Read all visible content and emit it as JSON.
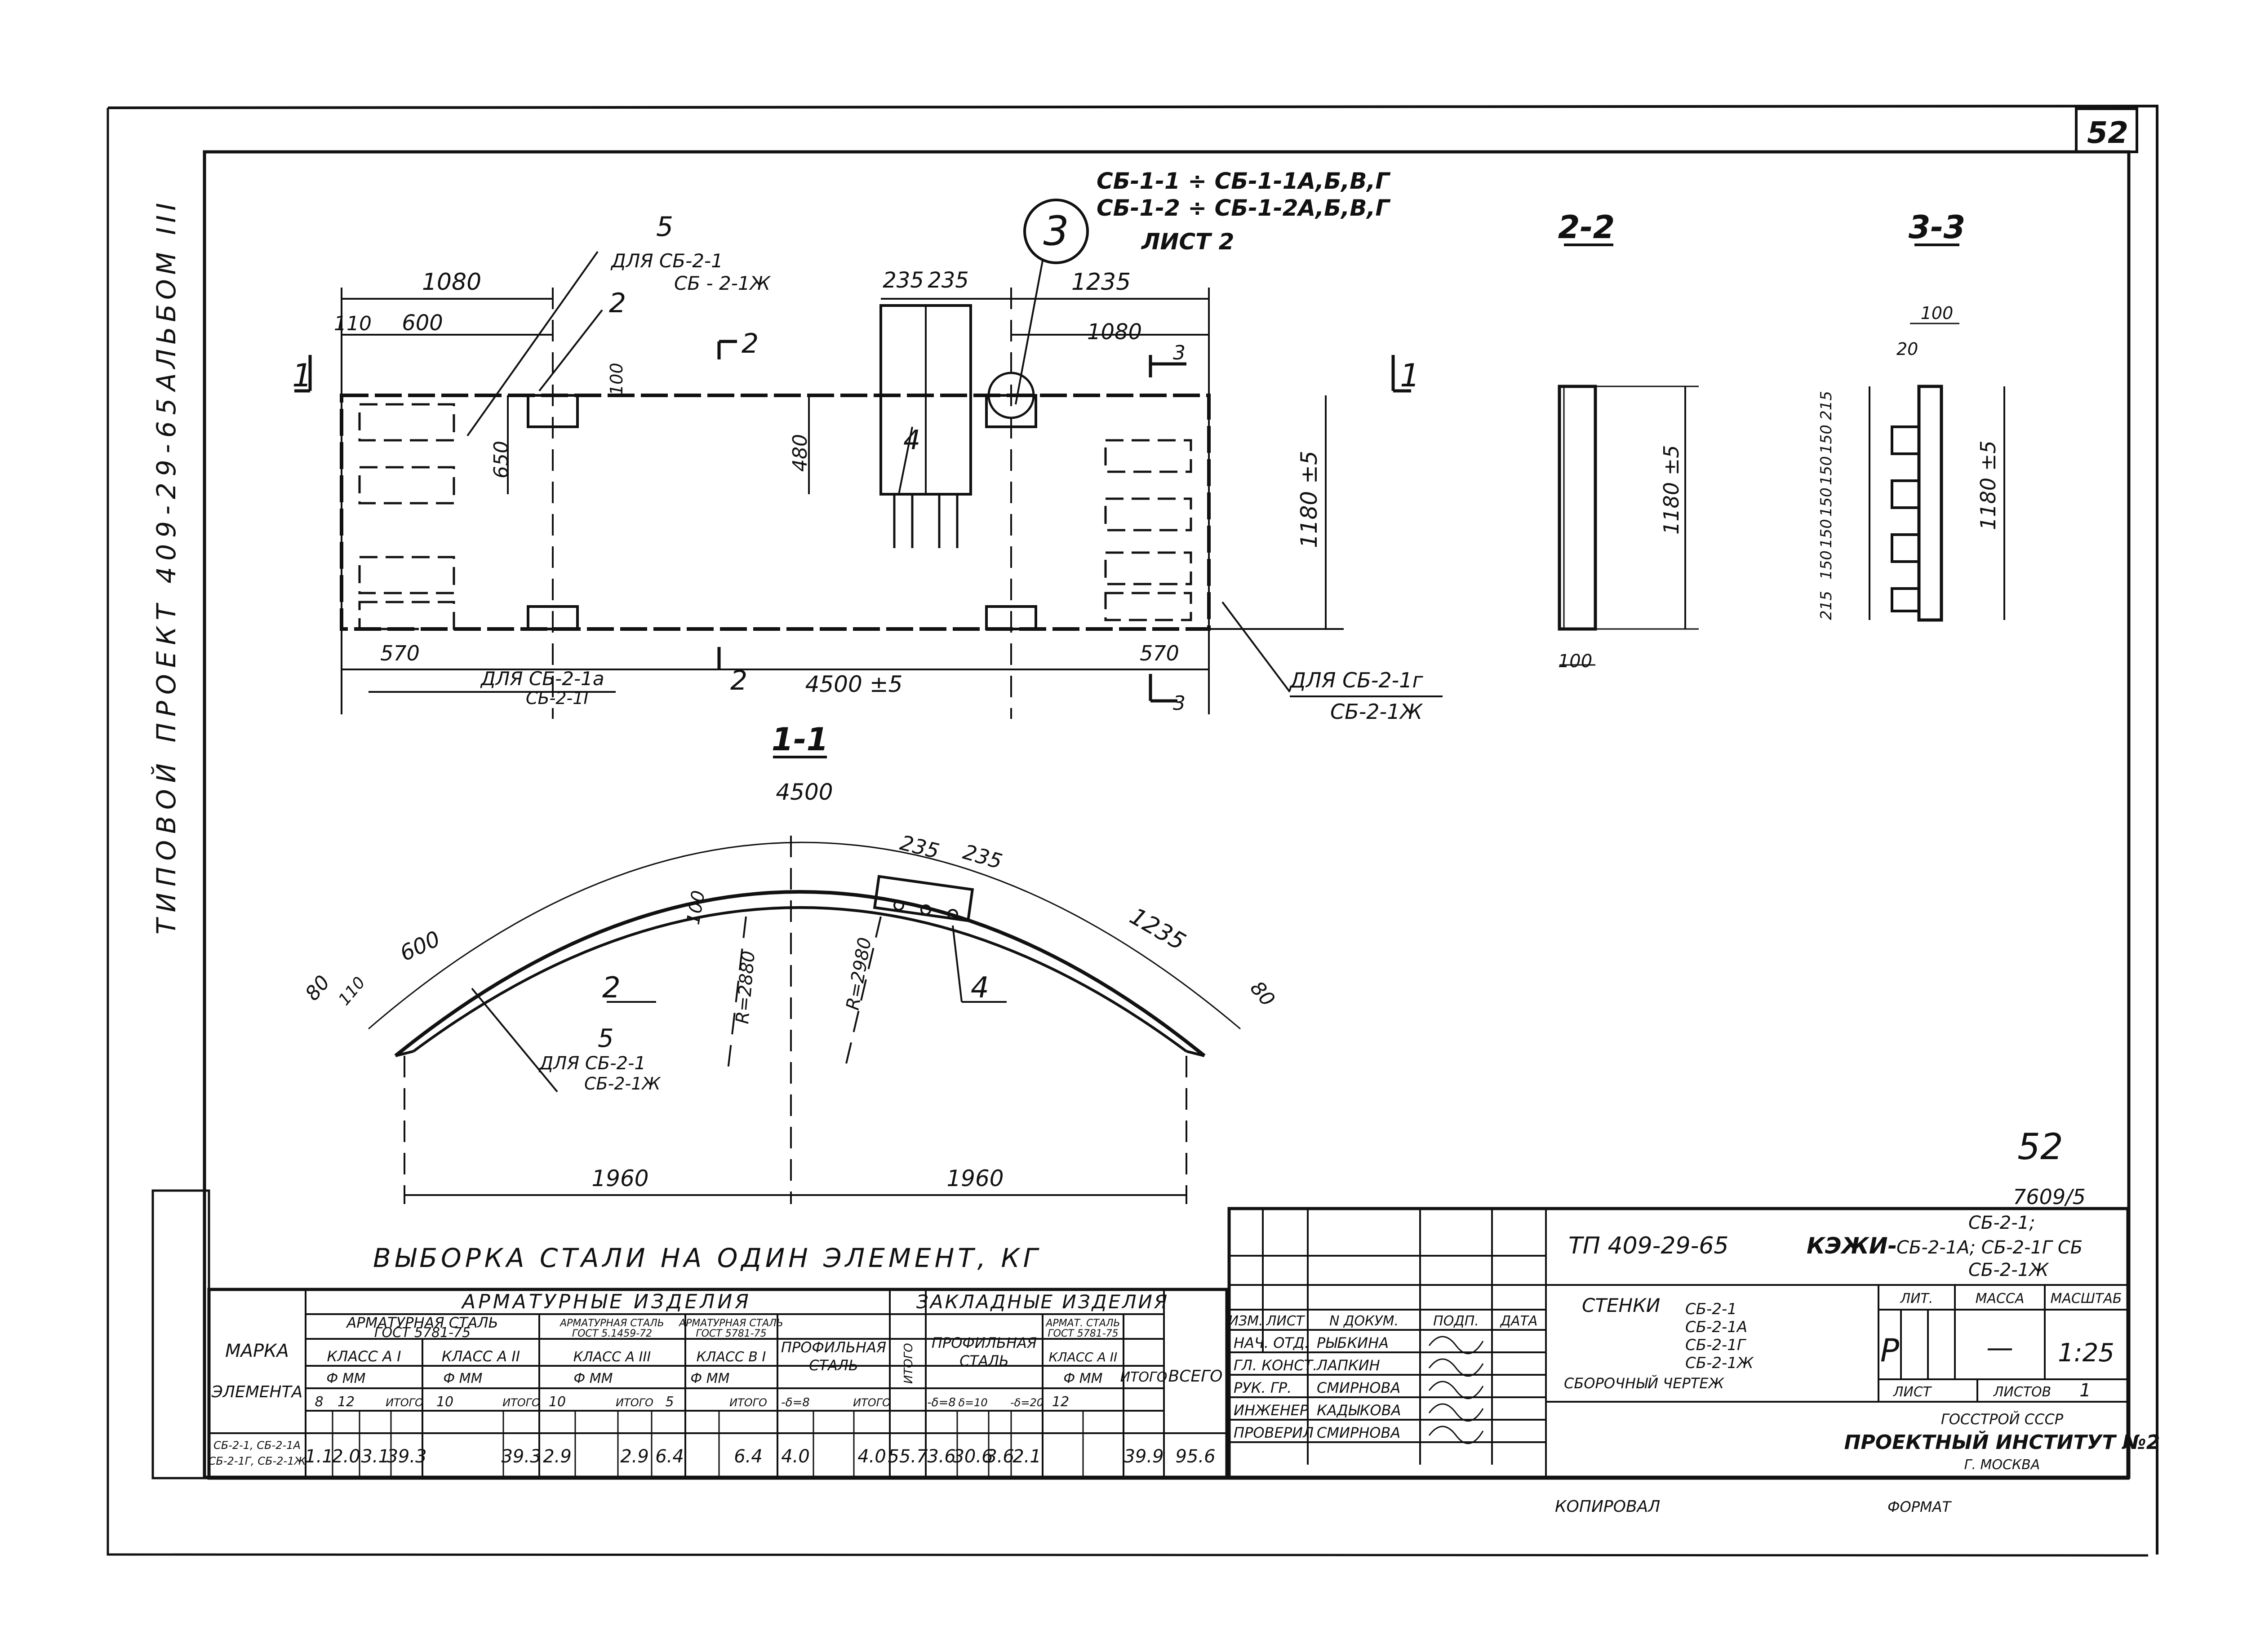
{
  "sheet": {
    "number_box": "52",
    "number_hand": "52",
    "inv_number": "7609/5",
    "side_album": "АЛЬБОМ III",
    "side_project": "ТИПОВОЙ ПРОЕКТ 409-29-65"
  },
  "plan": {
    "sections": [
      "1-1",
      "2-2",
      "3-3"
    ],
    "callout": "3",
    "callout_ref": [
      "СБ-1-1 ÷ СБ-1-1А,Б,В,Г",
      "СБ-1-2 ÷ СБ-1-2А,Б,В,Г",
      "ЛИСТ 2"
    ],
    "dims": {
      "d1080a": "1080",
      "d110a": "110",
      "d600a": "600",
      "d100a": "100",
      "d650": "650",
      "d235a": "235",
      "d235b": "235",
      "d1235a": "1235",
      "d1080b": "1080",
      "d480": "480",
      "d570a": "570",
      "d570b": "570",
      "d4500": "4500 ±5",
      "d1180": "1180 ±5"
    },
    "marks": {
      "m1a": "1",
      "m1b": "1",
      "m2a": "2",
      "m2b": "2",
      "m3a": "3",
      "m3b": "3",
      "pos2": "2",
      "pos4": "4",
      "pos5": "5"
    },
    "notes": {
      "n5a": "ДЛЯ  СБ-2-1",
      "n5b": "СБ - 2-1Ж",
      "nLa": "ДЛЯ  СБ-2-1а",
      "nLb": "СБ-2-1Г",
      "nRa": "ДЛЯ  СБ-2-1г",
      "nRb": "СБ-2-1Ж"
    }
  },
  "sec22": {
    "d1180": "1180 ±5",
    "d100": "100"
  },
  "sec33": {
    "d100": "100",
    "d20": "20",
    "d1180": "1180 ±5",
    "steps": [
      "215",
      "150",
      "150",
      "150",
      "150",
      "150",
      "215"
    ]
  },
  "arc": {
    "d4500": "4500",
    "d235a": "235",
    "d235b": "235",
    "d100": "100",
    "d600": "600",
    "d1235": "1235",
    "d80a": "80",
    "d80b": "80",
    "d110": "110",
    "r1": "R=2880",
    "r2": "R=2980",
    "pos2": "2",
    "pos4": "4",
    "pos5": "5",
    "n1": "ДЛЯ  СБ-2-1",
    "n2": "СБ-2-1Ж",
    "d1960a": "1960",
    "d1960b": "1960"
  },
  "steel": {
    "title": "ВЫБОРКА   СТАЛИ   НА  ОДИН   ЭЛЕМЕНТ, КГ",
    "h_arm": "АРМАТУРНЫЕ       ИЗДЕЛИЯ",
    "h_zakl": "ЗАКЛАДНЫЕ ИЗДЕЛИЯ",
    "h_marka": "МАРКА",
    "h_element": "ЭЛЕМЕНТА",
    "h_arm_steel": "АРМАТУРНАЯ СТАЛЬ",
    "h_gost5781": "ГОСТ 5781-75",
    "h_arm_steel2": "АРМАТУРНАЯ СТАЛЬ",
    "h_gost5459": "ГОСТ 5.1459-72",
    "h_arm_steel3": "АРМАТУРНАЯ СТАЛЬ",
    "h_gost5781b": "ГОСТ 5781-75",
    "h_prof": "ПРОФИЛЬНАЯ",
    "h_prof2": "СТАЛЬ",
    "h_itogo": "ИТОГО",
    "h_zprof": "ПРОФИЛЬНАЯ",
    "h_zprof2": "СТАЛЬ",
    "h_zarm": "АРМАТ. СТАЛЬ",
    "h_zgost": "ГОСТ 5781-75",
    "h_itogo2": "ИТОГО",
    "h_vsego": "ВСЕГО",
    "h_kl1": "КЛАСС А I",
    "h_kl2": "КЛАСС А II",
    "h_kl3": "КЛАСС А III",
    "h_kl4": "КЛАСС В I",
    "h_zkl": "КЛАСС А II",
    "h_fmm1": "Ф ММ",
    "h_fmm2": "Ф ММ",
    "h_fmm3": "Ф ММ",
    "h_fmm4": "Ф ММ",
    "h_fmm5": "Ф ММ",
    "h_d8": "8",
    "h_d12": "12",
    "h_it1": "ИТОГО",
    "h_d10": "10",
    "h_it2": "ИТОГО",
    "h_d10b": "10",
    "h_it3": "ИТОГО",
    "h_d5": "5",
    "h_it4": "ИТОГО",
    "h_db8": "-δ=8",
    "h_it5": "ИТОГО",
    "h_z8": "-δ=8",
    "h_z10": "δ=10",
    "h_z20": "-δ=20",
    "h_d12b": "12",
    "row_marka1": "СБ-2-1, СБ-2-1А",
    "row_marka2": "СБ-2-1Г, СБ-2-1Ж",
    "row": [
      "1.1",
      "2.0",
      "3.1",
      "39.3",
      "",
      "39.3",
      "2.9",
      "",
      "2.9",
      "6.4",
      "",
      "6.4",
      "4.0",
      "",
      "4.0",
      "55.7",
      "3.6",
      "30.6",
      "3.6",
      "2.1",
      "",
      "39.9",
      "95.6"
    ]
  },
  "stamp": {
    "code": "ТП 409-29-65",
    "marks_label": "КЭЖИ-",
    "marks_lines": [
      "СБ-2-1;",
      "СБ-2-1А; СБ-2-1Г  СБ",
      "СБ-2-1Ж"
    ],
    "roles": [
      "ИЗМ.",
      "ЛИСТ",
      "N ДОКУМ.",
      "ПОДП.",
      "ДАТА"
    ],
    "people": [
      {
        "role": "НАЧ. ОТД.",
        "name": "РЫБКИНА"
      },
      {
        "role": "ГЛ. КОНСТ.",
        "name": "ЛАПКИН"
      },
      {
        "role": "РУК. ГР.",
        "name": "СМИРНОВА"
      },
      {
        "role": "ИНЖЕНЕР",
        "name": "КАДЫКОВА"
      },
      {
        "role": "ПРОВЕРИЛ",
        "name": "СМИРНОВА"
      }
    ],
    "name_title": "СТЕНКИ",
    "name_items": [
      "СБ-2-1",
      "СБ-2-1А",
      "СБ-2-1Г",
      "СБ-2-1Ж"
    ],
    "drawing_type": "СБОРОЧНЫЙ     ЧЕРТЕЖ",
    "lit_h": "ЛИТ.",
    "mass_h": "МАССА",
    "scale_h": "МАСШТАБ",
    "lit": "Р",
    "mass": "—",
    "scale": "1:25",
    "sheet_h": "ЛИСТ",
    "sheets_h": "ЛИСТОВ",
    "sheets": "1",
    "org1": "ГОССТРОЙ  СССР",
    "org2": "ПРОЕКТНЫЙ ИНСТИТУТ №2",
    "org3": "Г. МОСКВА",
    "copied": "КОПИРОВАЛ",
    "format": "ФОРМАТ"
  }
}
